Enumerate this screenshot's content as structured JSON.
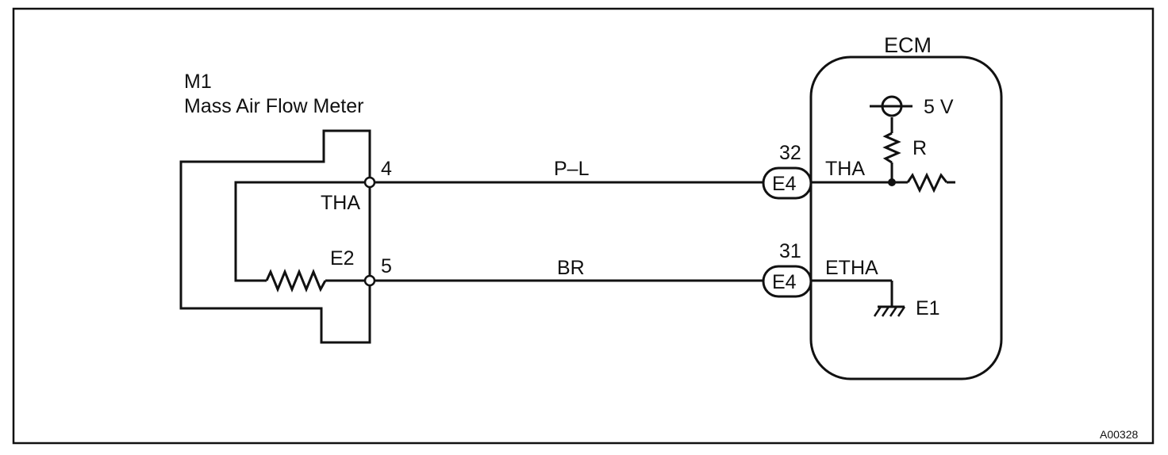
{
  "component": {
    "id": "M1",
    "name": "Mass Air Flow Meter",
    "thermistor_terminal": "THA",
    "ground_terminal": "E2"
  },
  "ecm": {
    "title": "ECM",
    "supply": "5 V",
    "resistor": "R",
    "input_label": "THA",
    "ground_label": "ETHA",
    "ground_symbol": "E1"
  },
  "wires": [
    {
      "pin_left": "4",
      "color": "P–L",
      "pin_right": "32",
      "connector": "E4"
    },
    {
      "pin_left": "5",
      "color": "BR",
      "pin_right": "31",
      "connector": "E4"
    }
  ],
  "figure_code": "A00328"
}
